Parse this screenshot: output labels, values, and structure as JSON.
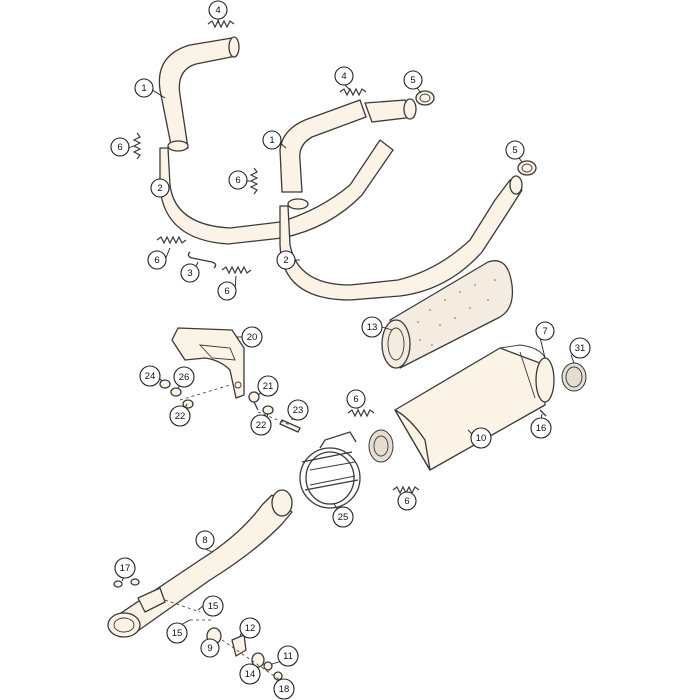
{
  "callouts": [
    {
      "id": "c4a",
      "label": "4"
    },
    {
      "id": "c1a",
      "label": "1"
    },
    {
      "id": "c4b",
      "label": "4"
    },
    {
      "id": "c5a",
      "label": "5"
    },
    {
      "id": "c6a",
      "label": "6"
    },
    {
      "id": "c1b",
      "label": "1"
    },
    {
      "id": "c6b",
      "label": "6"
    },
    {
      "id": "c5b",
      "label": "5"
    },
    {
      "id": "c2a",
      "label": "2"
    },
    {
      "id": "c6c",
      "label": "6"
    },
    {
      "id": "c3",
      "label": "3"
    },
    {
      "id": "c2b",
      "label": "2"
    },
    {
      "id": "c6d",
      "label": "6"
    },
    {
      "id": "c13",
      "label": "13"
    },
    {
      "id": "c20",
      "label": "20"
    },
    {
      "id": "c7",
      "label": "7"
    },
    {
      "id": "c31",
      "label": "31"
    },
    {
      "id": "c24",
      "label": "24"
    },
    {
      "id": "c26",
      "label": "26"
    },
    {
      "id": "c21",
      "label": "21"
    },
    {
      "id": "c22a",
      "label": "22"
    },
    {
      "id": "c6e",
      "label": "6"
    },
    {
      "id": "c23",
      "label": "23"
    },
    {
      "id": "c22b",
      "label": "22"
    },
    {
      "id": "c16",
      "label": "16"
    },
    {
      "id": "c10",
      "label": "10"
    },
    {
      "id": "c6f",
      "label": "6"
    },
    {
      "id": "c25",
      "label": "25"
    },
    {
      "id": "c8",
      "label": "8"
    },
    {
      "id": "c17",
      "label": "17"
    },
    {
      "id": "c15a",
      "label": "15"
    },
    {
      "id": "c15b",
      "label": "15"
    },
    {
      "id": "c12",
      "label": "12"
    },
    {
      "id": "c9",
      "label": "9"
    },
    {
      "id": "c11",
      "label": "11"
    },
    {
      "id": "c14",
      "label": "14"
    },
    {
      "id": "c18",
      "label": "18"
    }
  ]
}
